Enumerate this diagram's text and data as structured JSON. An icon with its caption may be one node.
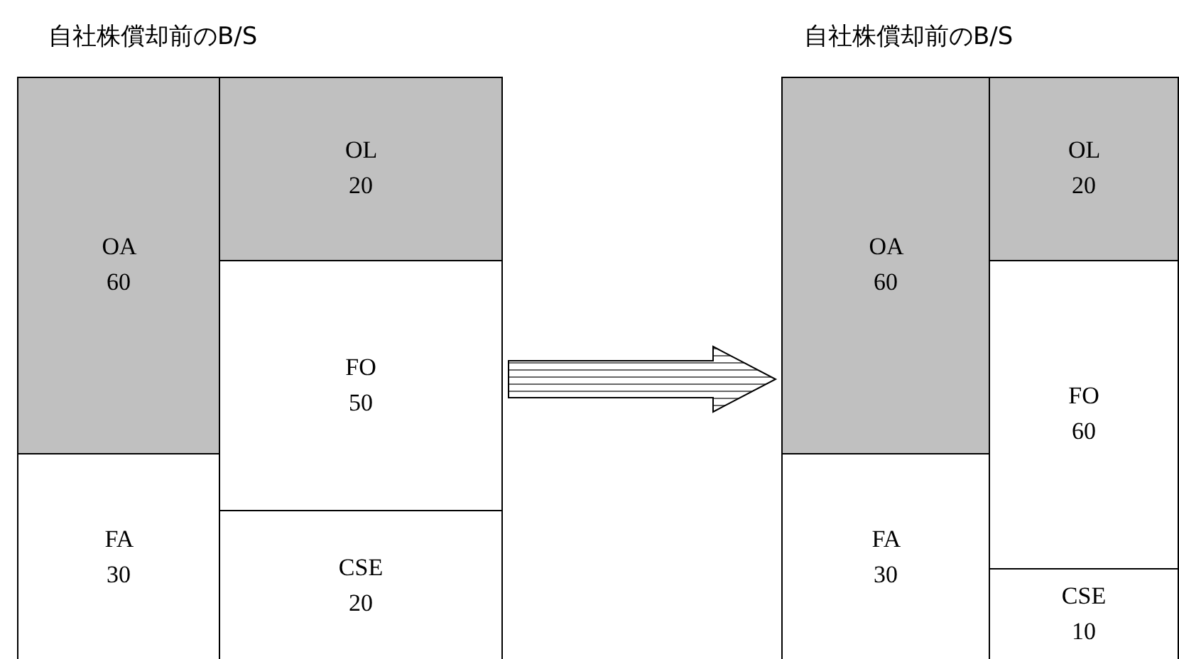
{
  "diagram": {
    "nodes": [
      {
        "text": [
          "自社株償却前のB/S"
        ]
      },
      {
        "text": [
          "OA 60"
        ],
        "in": 0
      },
      {
        "text": [
          "OL 20"
        ],
        "in": 0
      },
      {
        "text": [
          "FO 50"
        ],
        "in": 0
      },
      {
        "text": [
          "FA 30"
        ],
        "in": 0
      },
      {
        "text": [
          "CSE 20"
        ],
        "in": 0
      },
      {
        "text": [
          "自社株償却前のB/S"
        ]
      },
      {
        "text": [
          "OA 60"
        ],
        "in": 6
      },
      {
        "text": [
          "OL 20"
        ],
        "in": 6
      },
      {
        "text": [
          "FO 60"
        ],
        "in": 6
      },
      {
        "text": [
          "FA 30"
        ],
        "in": 6
      },
      {
        "text": [
          "CSE 10"
        ],
        "in": 6
      }
    ],
    "edges": [
      {
        "from": 0,
        "to": 6,
        "arrow": "to"
      }
    ]
  }
}
